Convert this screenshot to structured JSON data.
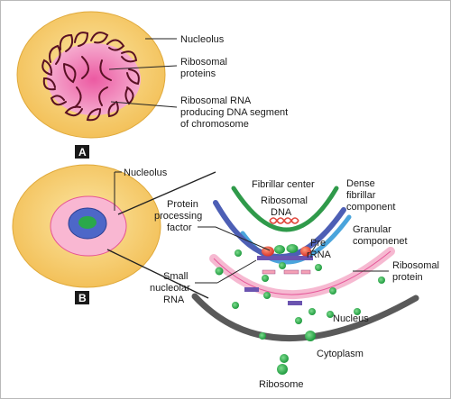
{
  "panel_a": {
    "letter": "A",
    "labels": {
      "nucleolus": "Nucleolus",
      "ribosomal_proteins_1": "Ribosomal",
      "ribosomal_proteins_2": "proteins",
      "rna_dna_1": "Ribosomal RNA",
      "rna_dna_2": "producing DNA segment",
      "rna_dna_3": "of chromosome"
    }
  },
  "panel_b": {
    "letter": "B",
    "labels": {
      "nucleolus": "Nucleolus",
      "fibrillar_center": "Fibrillar center",
      "ribosomal_dna_1": "Ribosomal",
      "ribosomal_dna_2": "DNA",
      "dense_fibrillar_1": "Dense",
      "dense_fibrillar_2": "fibrillar",
      "dense_fibrillar_3": "component",
      "protein_processing_1": "Protein",
      "protein_processing_2": "processing",
      "protein_processing_3": "factor",
      "pre_rrna_1": "Pre",
      "pre_rrna_2": "rRNA",
      "granular_1": "Granular",
      "granular_2": "componenet",
      "small_nucleolar_1": "Small",
      "small_nucleolar_2": "nucleolar",
      "small_nucleolar_3": "RNA",
      "ribosomal_protein_1": "Ribosomal",
      "ribosomal_protein_2": "protein",
      "nucleus": "Nucleus",
      "cytoplasm": "Cytoplasm",
      "ribosome": "Ribosome"
    }
  },
  "colors": {
    "cell_yellow": "#f7cf6b",
    "nucleolus_pink": "#f08bbd",
    "pink_light": "#f8c5dc",
    "dna_red": "#e0453a",
    "green": "#27a64a",
    "blue": "#4f63b8",
    "dark_gray": "#555555",
    "light_blue": "#4aa4dc"
  }
}
